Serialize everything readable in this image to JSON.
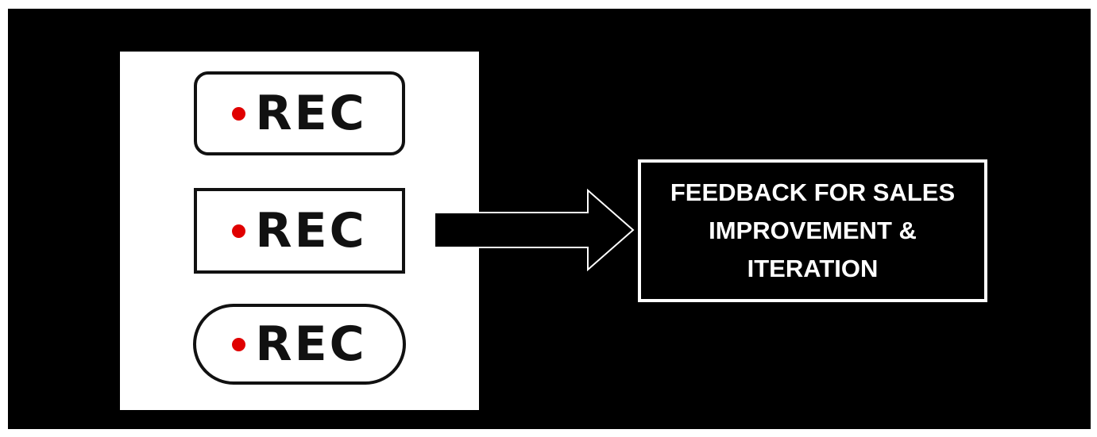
{
  "colors": {
    "background": "#000000",
    "panel": "#ffffff",
    "rec_dot": "#e00000",
    "rec_text": "#111111",
    "box_border": "#ffffff",
    "box_text": "#ffffff"
  },
  "recording_badges": [
    {
      "label": "REC",
      "icon": "red-dot-icon",
      "shape": "rounded-rectangle"
    },
    {
      "label": "REC",
      "icon": "red-dot-icon",
      "shape": "rectangle"
    },
    {
      "label": "REC",
      "icon": "red-dot-icon",
      "shape": "pill"
    }
  ],
  "connector": {
    "icon": "right-arrow-icon"
  },
  "feedback_box": {
    "lines": [
      "FEEDBACK FOR SALES",
      "IMPROVEMENT &",
      "ITERATION"
    ]
  }
}
